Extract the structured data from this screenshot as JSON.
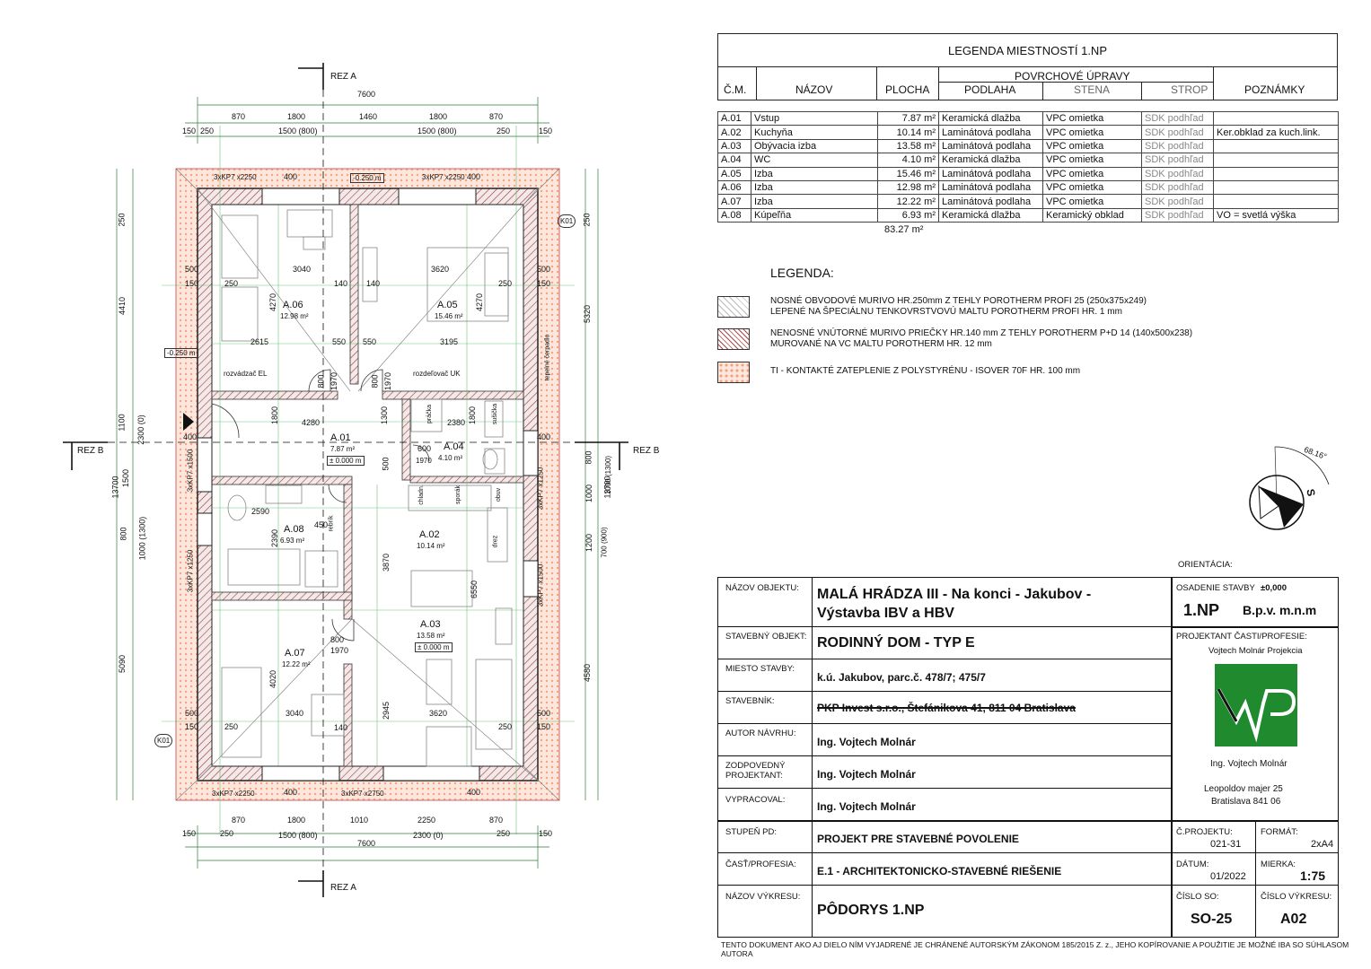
{
  "room_legend": {
    "title": "LEGENDA MIESTNOSTÍ 1.NP",
    "headers": {
      "cm": "Č.M.",
      "name": "NÁZOV",
      "area": "PLOCHA",
      "surfaces": "POVRCHOVÉ ÚPRAVY",
      "floor": "PODLAHA",
      "wall": "STENA",
      "ceiling": "STROP",
      "notes": "POZNÁMKY"
    },
    "rows": [
      {
        "cm": "A.01",
        "name": "Vstup",
        "area": "7.87 m²",
        "floor": "Keramická dlažba",
        "wall": "VPC omietka",
        "ceiling": "SDK podhľad",
        "note": ""
      },
      {
        "cm": "A.02",
        "name": "Kuchyňa",
        "area": "10.14 m²",
        "floor": "Laminátová podlaha",
        "wall": "VPC omietka",
        "ceiling": "SDK podhľad",
        "note": "Ker.obklad za kuch.link."
      },
      {
        "cm": "A.03",
        "name": "Obývacia izba",
        "area": "13.58 m²",
        "floor": "Laminátová podlaha",
        "wall": "VPC omietka",
        "ceiling": "SDK podhľad",
        "note": ""
      },
      {
        "cm": "A.04",
        "name": "WC",
        "area": "4.10 m²",
        "floor": "Keramická dlažba",
        "wall": "VPC omietka",
        "ceiling": "SDK podhľad",
        "note": ""
      },
      {
        "cm": "A.05",
        "name": "Izba",
        "area": "15.46 m²",
        "floor": "Laminátová podlaha",
        "wall": "VPC omietka",
        "ceiling": "SDK podhľad",
        "note": ""
      },
      {
        "cm": "A.06",
        "name": "Izba",
        "area": "12.98 m²",
        "floor": "Laminátová podlaha",
        "wall": "VPC omietka",
        "ceiling": "SDK podhľad",
        "note": ""
      },
      {
        "cm": "A.07",
        "name": "Izba",
        "area": "12.22 m²",
        "floor": "Laminátová podlaha",
        "wall": "VPC omietka",
        "ceiling": "SDK podhľad",
        "note": ""
      },
      {
        "cm": "A.08",
        "name": "Kúpeľňa",
        "area": "6.93 m²",
        "floor": "Keramická dlažba",
        "wall": "Keramický obklad",
        "ceiling": "SDK podhľad",
        "note": "VO = svetlá výška"
      }
    ],
    "total": "83.27 m²"
  },
  "legend": {
    "title": "LEGENDA:",
    "items": [
      {
        "line1": "NOSNÉ OBVODOVÉ MURIVO HR.250mm Z TEHLY POROTHERM PROFI 25 (250x375x249)",
        "line2": "LEPENÉ NA ŠPECIÁLNU TENKOVRSTVOVÚ MALTU POROTHERM PROFI HR. 1 mm"
      },
      {
        "line1": "NENOSNÉ VNÚTORNÉ MURIVO PRIEČKY HR.140 mm Z TEHLY POROTHERM P+D 14 (140x500x238)",
        "line2": "MUROVANÉ NA VC MALTU POROTHERM HR. 12 mm"
      },
      {
        "line1": "TI - KONTAKTÉ ZATEPLENIE Z POLYSTYRÉNU - ISOVER 70F HR. 100 mm",
        "line2": ""
      }
    ]
  },
  "orientation": {
    "label": "ORIENTÁCIA:",
    "angle": "68.16°",
    "north": "S"
  },
  "title_block": {
    "object_label": "NÁZOV OBJEKTU:",
    "object_line1": "MALÁ HRÁDZA III - Na konci - Jakubov -",
    "object_line2": "Výstavba IBV a HBV",
    "building_label": "STAVEBNÝ OBJEKT:",
    "building": "RODINNÝ DOM - TYP E",
    "site_label": "MIESTO STAVBY:",
    "site": "k.ú. Jakubov, parc.č. 478/7; 475/7",
    "investor_label": "STAVEBNÍK:",
    "investor": "PKP Invest s.r.o., Štefánikova 41, 811 04 Bratislava",
    "author_label": "AUTOR NÁVRHU:",
    "author": "Ing. Vojtech Molnár",
    "resp_label1": "ZODPOVEDNÝ",
    "resp_label2": "PROJEKTANT:",
    "resp": "Ing. Vojtech Molnár",
    "drawn_label": "VYPRACOVAL:",
    "drawn": "Ing. Vojtech Molnár",
    "stage_label": "STUPEŇ PD:",
    "stage": "PROJEKT PRE STAVEBNÉ POVOLENIE",
    "part_label": "ČASŤ/PROFESIA:",
    "part": "E.1 - ARCHITEKTONICKO-STAVEBNÉ RIEŠENIE",
    "drawing_label": "NÁZOV VÝKRESU:",
    "drawing": "PÔDORYS 1.NP",
    "level_label": "OSADENIE STAVBY",
    "level_value": "±0,000",
    "floor": "1.NP",
    "bpv": "B.p.v.  m.n.m",
    "designer_label": "PROJEKTANT ČASTI/PROFESIE:",
    "designer_firm": "Vojtech Molnár Projekcia",
    "designer_name": "Ing. Vojtech Molnár",
    "designer_addr1": "Leopoldov majer 25",
    "designer_addr2": "Bratislava 841 06",
    "logo_text": "VMP",
    "projno_label": "Č.PROJEKTU:",
    "projno": "021-31",
    "format_label": "FORMÁT:",
    "format": "2xA4",
    "date_label": "DÁTUM:",
    "date": "01/2022",
    "scale_label": "MIERKA:",
    "scale": "1:75",
    "so_label": "ČÍSLO SO:",
    "so": "SO-25",
    "sheet_label": "ČÍSLO VÝKRESU:",
    "sheet": "A02",
    "accent": "#1f8a2e"
  },
  "footer": "TENTO DOKUMENT AKO AJ DIELO NÍM VYJADRENÉ JE CHRÁNENÉ AUTORSKÝM ZÁKONOM 185/2015 Z. z., JEHO KOPÍROVANIE A POUŽITIE JE MOŽNÉ IBA SO SÚHLASOM AUTORA",
  "plan": {
    "section_a": "REZ A",
    "section_b": "REZ B",
    "k01": "K01",
    "rooms": [
      {
        "id": "A.06",
        "area": "12.98 m²"
      },
      {
        "id": "A.05",
        "area": "15.46 m²"
      },
      {
        "id": "A.01",
        "area": "7.87 m²",
        "level": "± 0.000 m"
      },
      {
        "id": "A.04",
        "area": "4.10 m²"
      },
      {
        "id": "A.08",
        "area": "6.93 m²"
      },
      {
        "id": "A.02",
        "area": "10.14 m²"
      },
      {
        "id": "A.03",
        "area": "13.58 m²",
        "level": "± 0.000 m"
      },
      {
        "id": "A.07",
        "area": "12.22 m²"
      }
    ],
    "levels": {
      "top": "-0.250 m",
      "left": "-0.250 m"
    },
    "notes": {
      "ebox": "rozvádzač EL",
      "ukbox": "rozdeľovač UK",
      "heatpump": "tepelné čerpadlo",
      "washer": "práčka",
      "dryer": "sušička",
      "shoes": "obuv",
      "fridge": "chladn.",
      "oven": "sporák",
      "sink": "drez",
      "table": "rebrík"
    },
    "dims_top": {
      "total": "7600",
      "s1": "870",
      "s2": "1800",
      "s3": "1460",
      "s4": "1800",
      "s5": "870",
      "a": "150",
      "b": "250",
      "w1": "1500 (800)",
      "w2": "1500 (800)",
      "c": "250",
      "d": "150"
    },
    "dims_bottom": {
      "total": "7600",
      "s1": "870",
      "s2": "1800",
      "s3": "1010",
      "s4": "2250",
      "s5": "870",
      "a": "150",
      "b": "250",
      "w1": "1500 (800)",
      "w2": "2300 (0)",
      "c": "250",
      "d": "150"
    },
    "dims_left": {
      "total": "13700",
      "a": "150",
      "b": "250",
      "c": "4410",
      "d": "1100",
      "e": "2300 (0)",
      "f": "400",
      "g": "1500",
      "h": "800",
      "i": "1000 (1300)",
      "j": "5090",
      "k": "250",
      "l": "150"
    },
    "dims_right": {
      "total": "13700",
      "a": "150",
      "b": "250",
      "c": "5320",
      "d": "400",
      "e": "800",
      "f": "1000 (1300)",
      "g": "1000",
      "h": "1200",
      "i": "700 (900)",
      "j": "4580",
      "k": "250",
      "l": "150"
    },
    "inner": {
      "w1": "3040",
      "w2": "3620",
      "h1": "4270",
      "h2": "4270",
      "x1": "2615",
      "x2": "550",
      "x3": "550",
      "x4": "3195",
      "c1": "1800",
      "c2": "4280",
      "c3": "1300",
      "c4": "2380",
      "c5": "1800",
      "c6": "600",
      "c7": "1970",
      "c8": "500",
      "b1": "2590",
      "b2": "2390",
      "b3": "450",
      "k1": "3870",
      "k2": "6550",
      "r1": "4020",
      "r2": "3040",
      "r3": "2945",
      "r4": "3620",
      "d1": "800",
      "d2": "1970",
      "t140": "140",
      "m500": "500",
      "m150": "150",
      "m250": "250",
      "m400": "400"
    },
    "windows": {
      "top_left": "3xKP7 x2250",
      "top_right": "3xKP7 x2250",
      "bot_left": "3xKP7 x2250",
      "bot_right": "3xKP7 x2750",
      "left1": "3xKP7 x1500",
      "left2": "3xKP7 x1250",
      "right1": "3xKP7 x1250",
      "right2": "3xKP7 x1500"
    }
  }
}
